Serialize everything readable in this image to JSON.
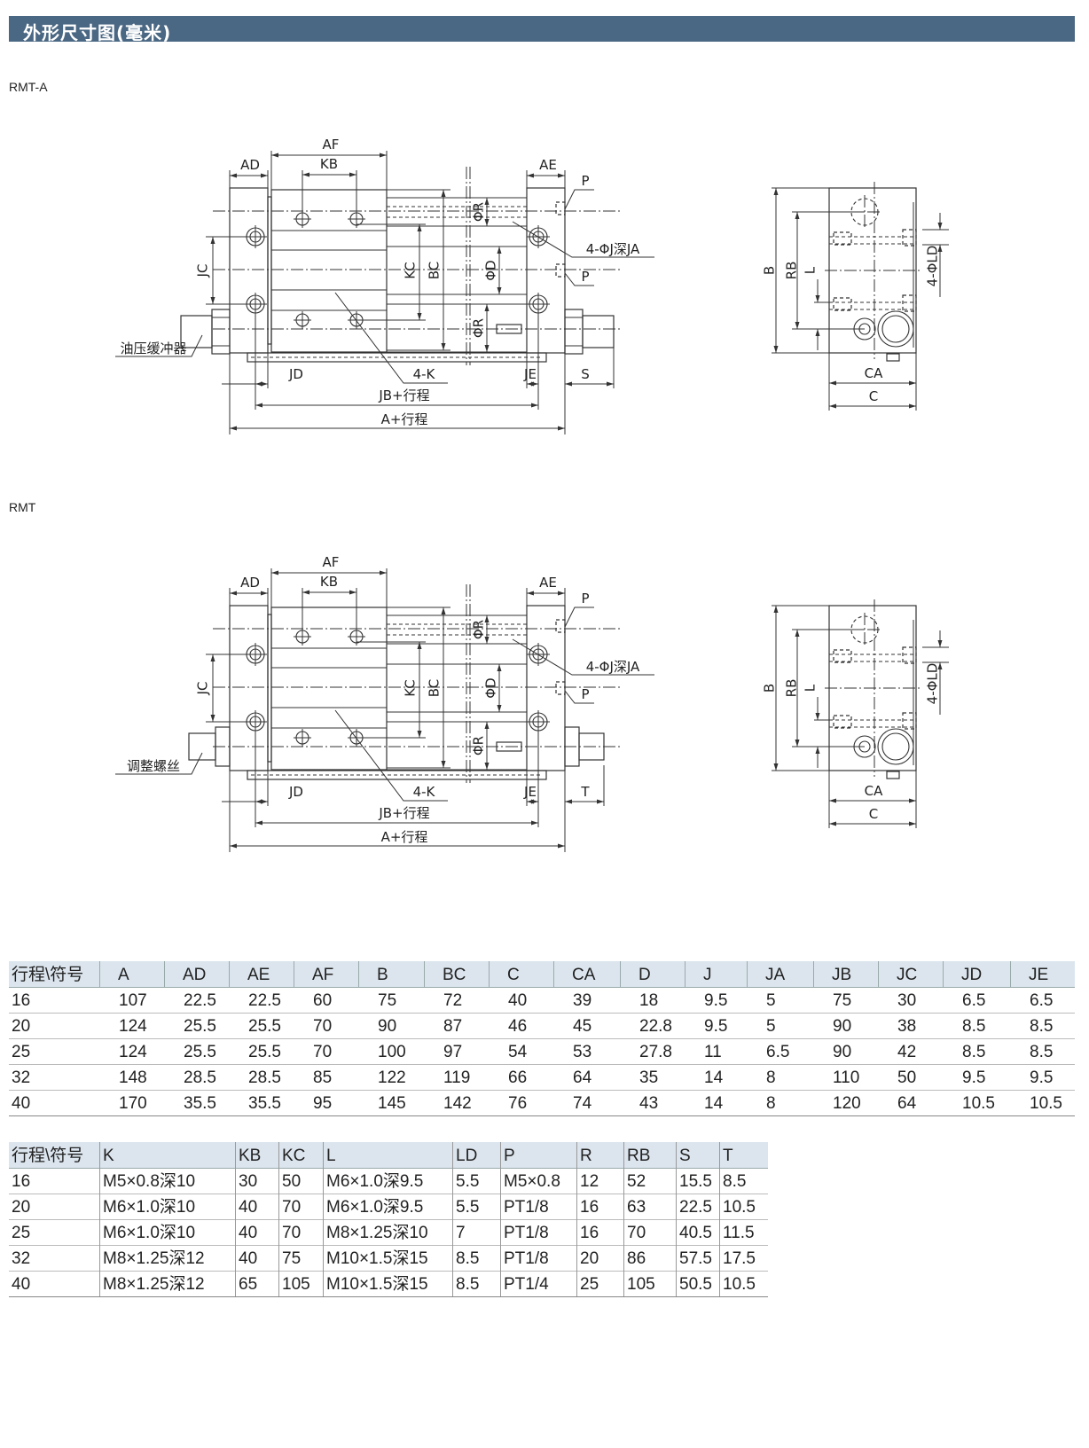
{
  "header": {
    "title": "外形尺寸图(毫米)"
  },
  "drawings": [
    {
      "model": "RMT-A",
      "labels": {
        "AF": "AF",
        "KB": "KB",
        "AD": "AD",
        "AE": "AE",
        "P_top": "P",
        "P_mid": "P",
        "J_holes": "4-ΦJ深JA",
        "JC": "JC",
        "KC": "KC",
        "BC": "BC",
        "R_top": "ΦR",
        "D": "ΦD",
        "R_bottom": "ΦR",
        "end_part": "油压缓冲器",
        "JD": "JD",
        "K_holes": "4-K",
        "JE": "JE",
        "end_dim": "S",
        "JB": "JB+行程",
        "A": "A+行程",
        "B": "B",
        "RB": "RB",
        "L": "L",
        "LD": "4-ΦLD",
        "CA": "CA",
        "C": "C"
      }
    },
    {
      "model": "RMT",
      "labels": {
        "AF": "AF",
        "KB": "KB",
        "AD": "AD",
        "AE": "AE",
        "P_top": "P",
        "P_mid": "P",
        "J_holes": "4-ΦJ深JA",
        "JC": "JC",
        "KC": "KC",
        "BC": "BC",
        "R_top": "ΦR",
        "D": "ΦD",
        "R_bottom": "ΦR",
        "end_part": "调整螺丝",
        "JD": "JD",
        "K_holes": "4-K",
        "JE": "JE",
        "end_dim": "T",
        "JB": "JB+行程",
        "A": "A+行程",
        "B": "B",
        "RB": "RB",
        "L": "L",
        "LD": "4-ΦLD",
        "CA": "CA",
        "C": "C"
      }
    }
  ],
  "table1": {
    "headers": [
      "行程\\符号",
      "A",
      "AD",
      "AE",
      "AF",
      "B",
      "BC",
      "C",
      "CA",
      "D",
      "J",
      "JA",
      "JB",
      "JC",
      "JD",
      "JE"
    ],
    "rows": [
      [
        "16",
        "107",
        "22.5",
        "22.5",
        "60",
        "75",
        "72",
        "40",
        "39",
        "18",
        "9.5",
        "5",
        "75",
        "30",
        "6.5",
        "6.5"
      ],
      [
        "20",
        "124",
        "25.5",
        "25.5",
        "70",
        "90",
        "87",
        "46",
        "45",
        "22.8",
        "9.5",
        "5",
        "90",
        "38",
        "8.5",
        "8.5"
      ],
      [
        "25",
        "124",
        "25.5",
        "25.5",
        "70",
        "100",
        "97",
        "54",
        "53",
        "27.8",
        "11",
        "6.5",
        "90",
        "42",
        "8.5",
        "8.5"
      ],
      [
        "32",
        "148",
        "28.5",
        "28.5",
        "85",
        "122",
        "119",
        "66",
        "64",
        "35",
        "14",
        "8",
        "110",
        "50",
        "9.5",
        "9.5"
      ],
      [
        "40",
        "170",
        "35.5",
        "35.5",
        "95",
        "145",
        "142",
        "76",
        "74",
        "43",
        "14",
        "8",
        "120",
        "64",
        "10.5",
        "10.5"
      ]
    ]
  },
  "table2": {
    "headers": [
      "行程\\符号",
      "K",
      "KB",
      "KC",
      "L",
      "LD",
      "P",
      "R",
      "RB",
      "S",
      "T"
    ],
    "rows": [
      [
        "16",
        "M5×0.8深10",
        "30",
        "50",
        "M6×1.0深9.5",
        "5.5",
        "M5×0.8",
        "12",
        "52",
        "15.5",
        "8.5"
      ],
      [
        "20",
        "M6×1.0深10",
        "40",
        "70",
        "M6×1.0深9.5",
        "5.5",
        "PT1/8",
        "16",
        "63",
        "22.5",
        "10.5"
      ],
      [
        "25",
        "M6×1.0深10",
        "40",
        "70",
        "M8×1.25深10",
        "7",
        "PT1/8",
        "16",
        "70",
        "40.5",
        "11.5"
      ],
      [
        "32",
        "M8×1.25深12",
        "40",
        "75",
        "M10×1.5深15",
        "8.5",
        "PT1/8",
        "20",
        "86",
        "57.5",
        "17.5"
      ],
      [
        "40",
        "M8×1.25深12",
        "65",
        "105",
        "M10×1.5深15",
        "8.5",
        "PT1/4",
        "25",
        "105",
        "50.5",
        "10.5"
      ]
    ]
  }
}
